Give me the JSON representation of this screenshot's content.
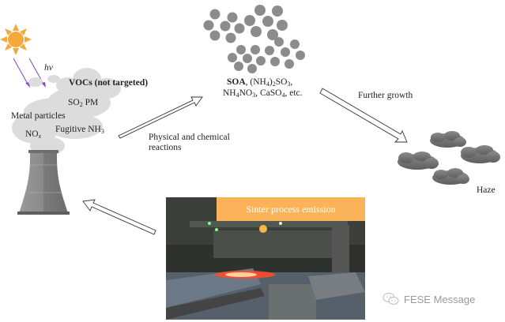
{
  "diagram": {
    "title": "Sinter process emission pathway to haze",
    "source_labels": {
      "hv": "hv",
      "vocs": "VOCs (not targeted)",
      "so2_pm": "PM",
      "metal_particles": "Metal particles",
      "fugitive_nh3": "Fugitive NH",
      "nox": "NO"
    },
    "arrows": {
      "physical_chemical": "Physical and chemical",
      "physical_chemical_2": "reactions",
      "further_growth": "Further growth"
    },
    "products": {
      "soa": "SOA",
      "line1_rest": ", (NH",
      "line2": "NO"
    },
    "haze_label": "Haze",
    "photo_banner": "Sinter process emission",
    "watermark": "FESE Message"
  },
  "colors": {
    "sun": "#f5a93b",
    "ray": "#8a4fc7",
    "cloud": "#d9d9d9",
    "particle": "#8c8c8c",
    "haze": "#7a7a7a",
    "tower": "#8e8e8e",
    "banner": "#fbb35a"
  }
}
